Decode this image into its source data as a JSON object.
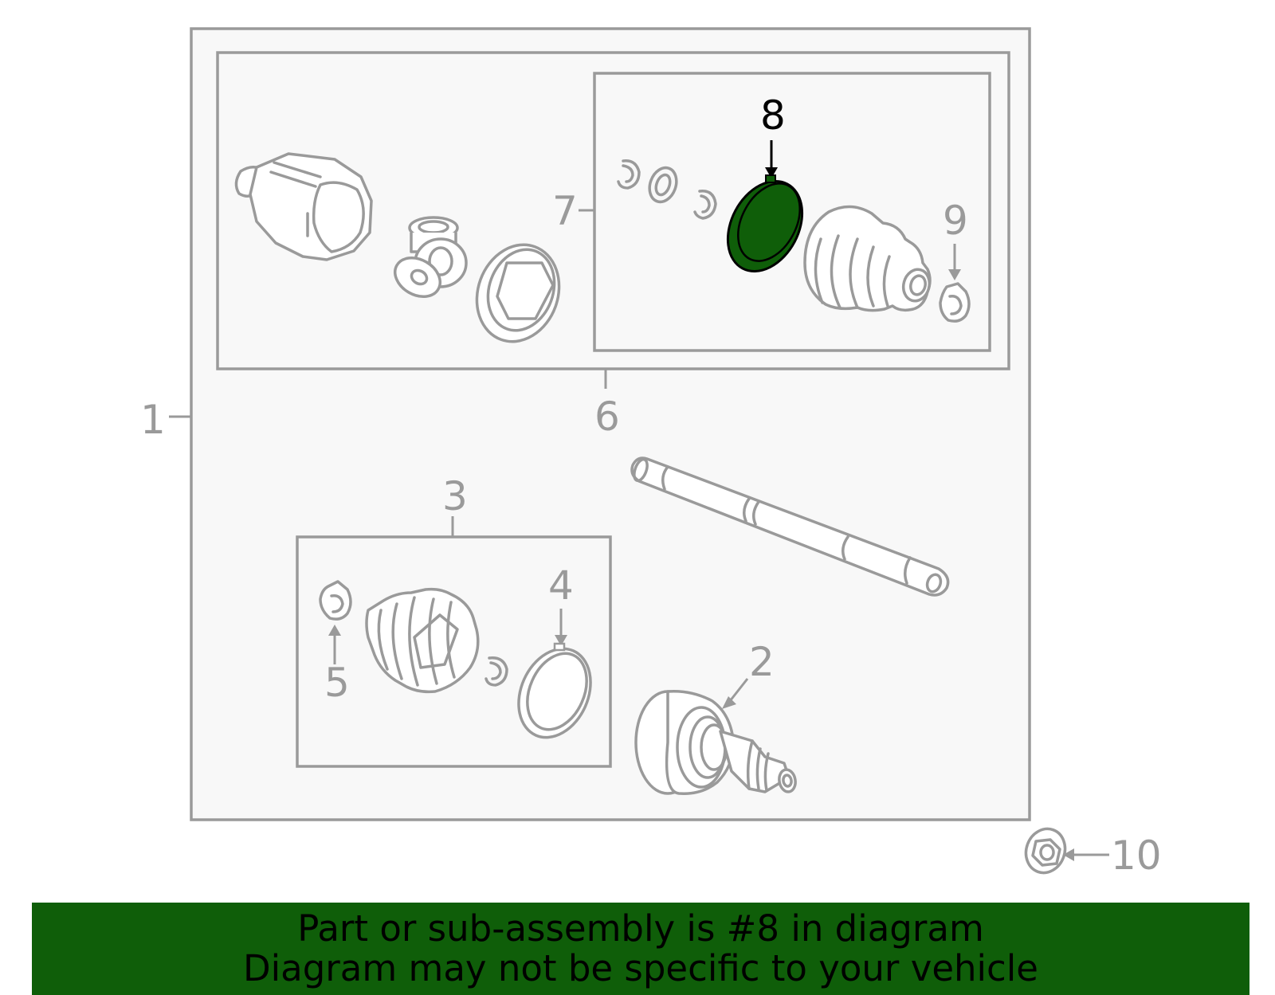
{
  "colors": {
    "highlight": "#0f5e09",
    "line": "#9a9a9a",
    "panel": "#f8f8f8",
    "active_label": "#000000"
  },
  "callouts": {
    "c1": "1",
    "c2": "2",
    "c3": "3",
    "c4": "4",
    "c5": "5",
    "c6": "6",
    "c7": "7",
    "c8": "8",
    "c9": "9",
    "c10": "10"
  },
  "highlighted_part": "8",
  "banner": {
    "line1": "Part or sub-assembly is #8 in diagram",
    "line2": "Diagram may not be specific to your vehicle"
  }
}
